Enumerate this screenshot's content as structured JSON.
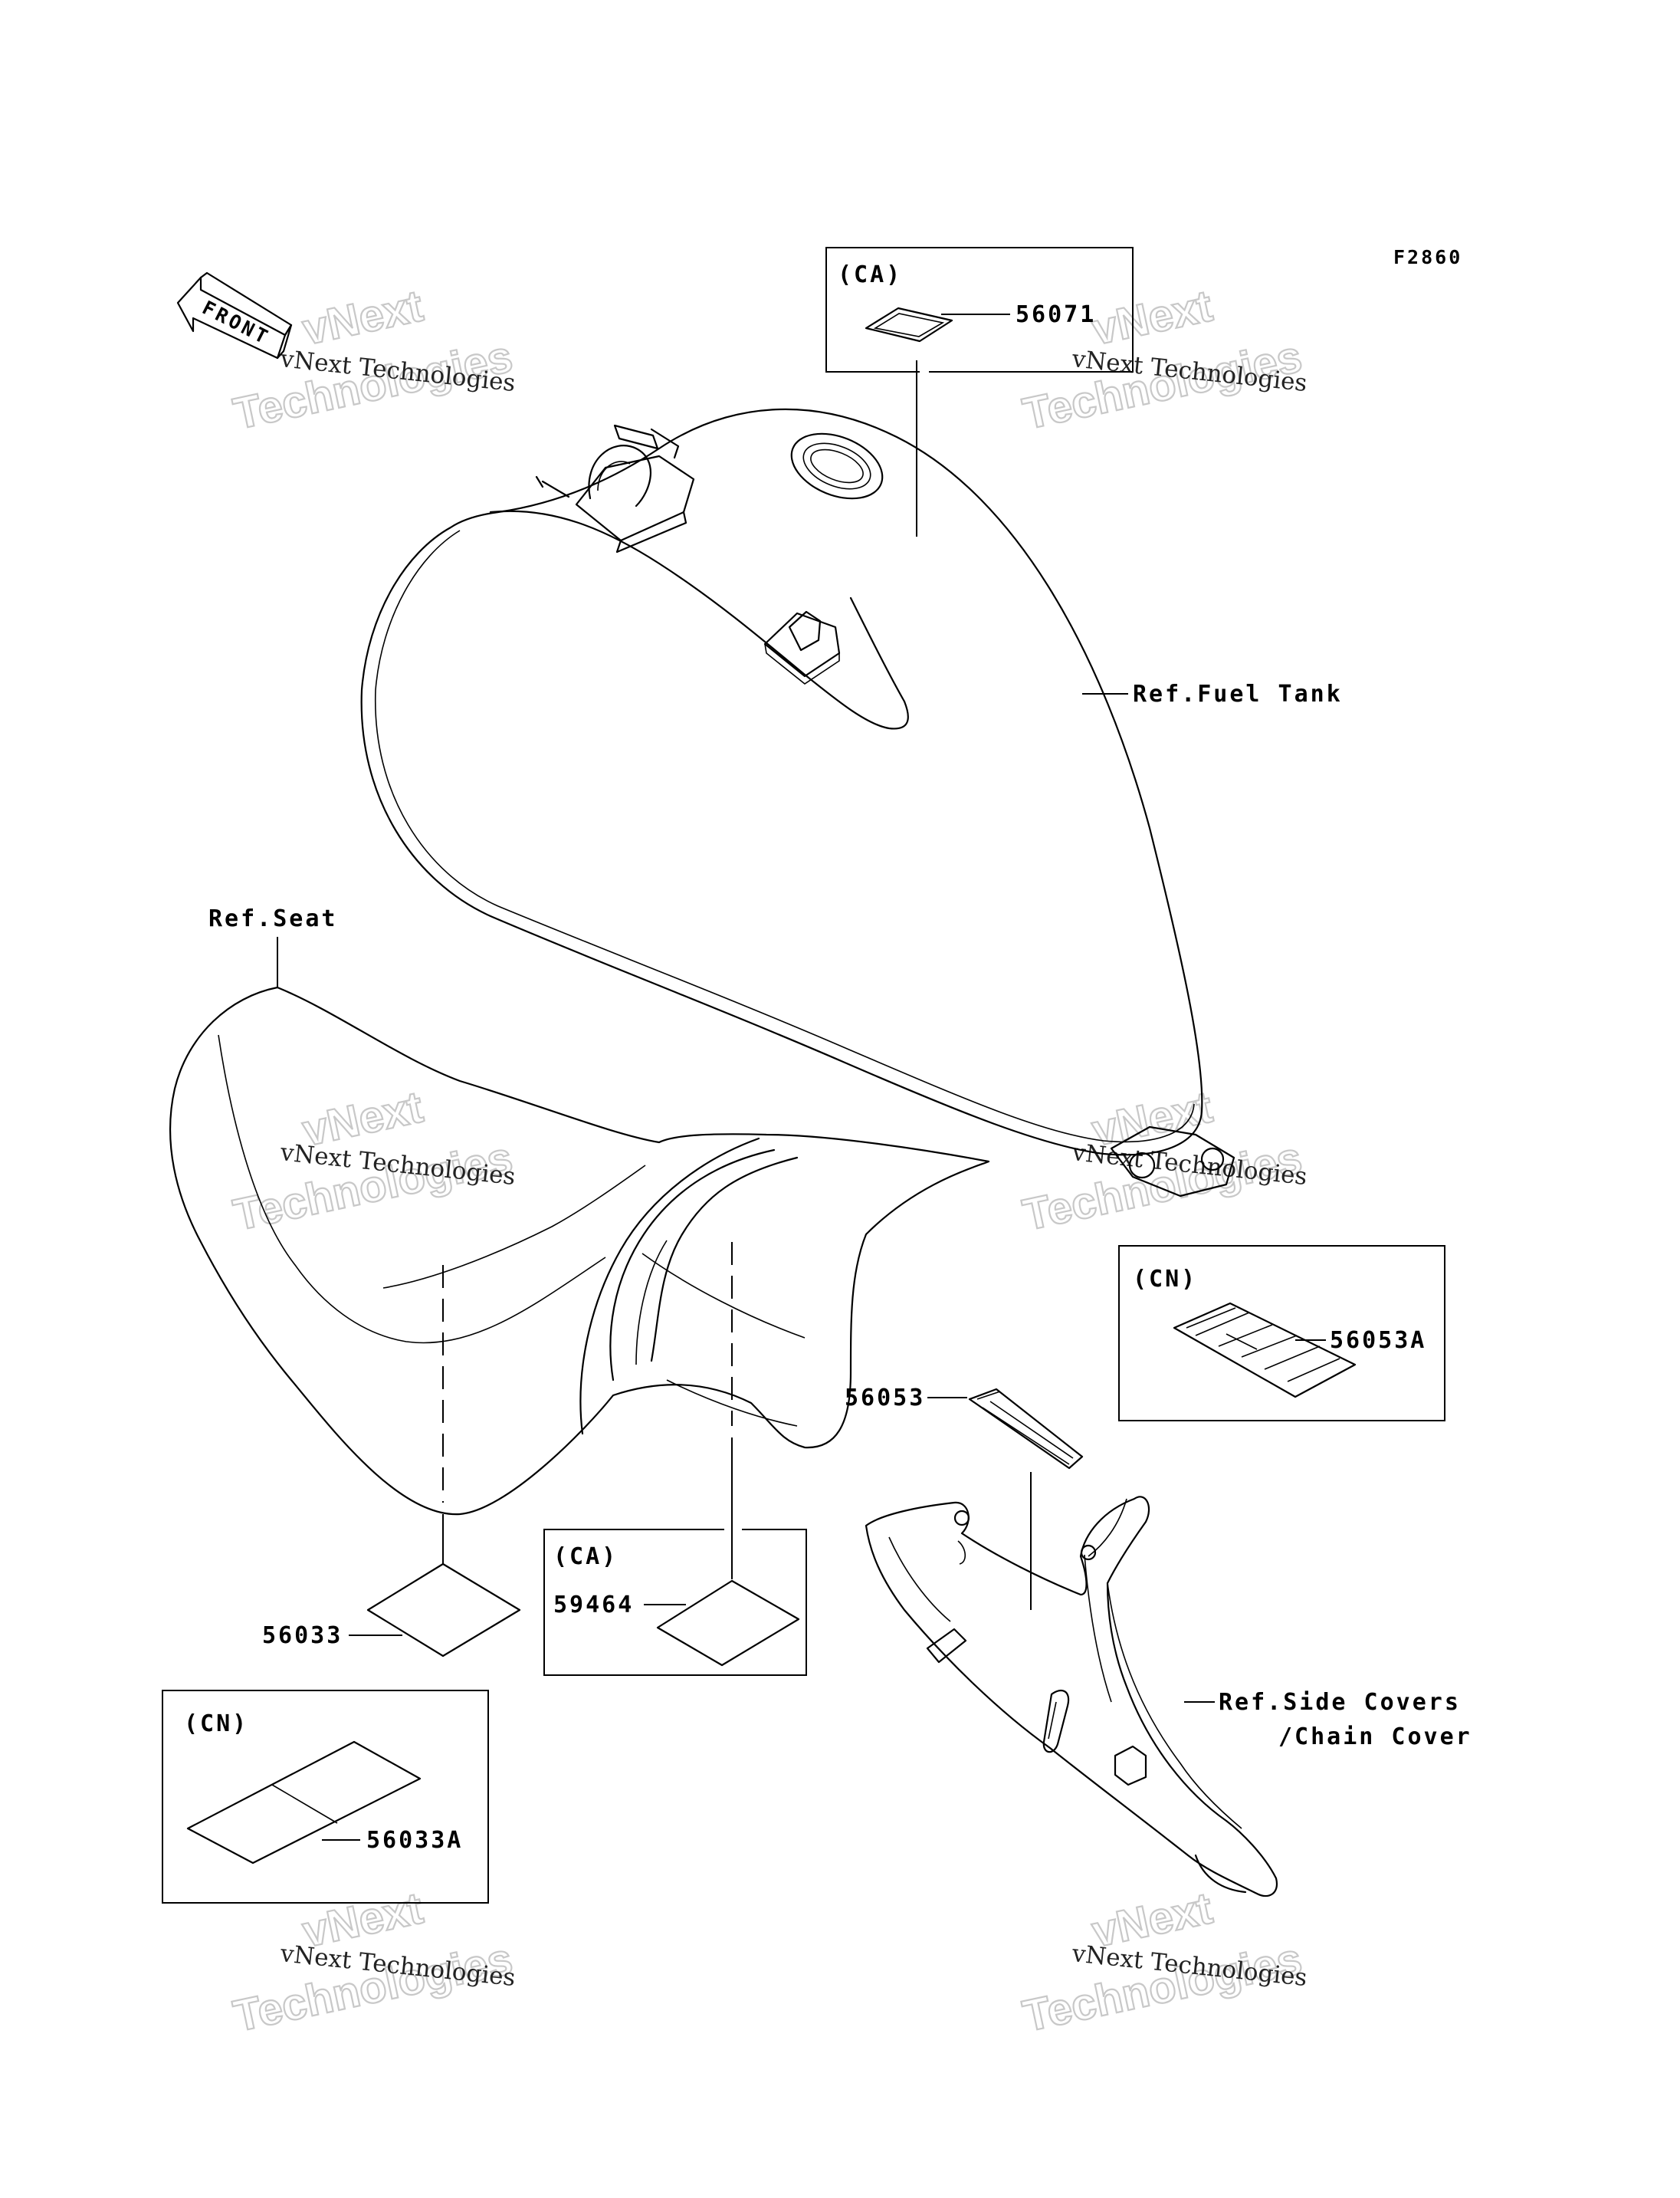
{
  "figure_code": "F2860",
  "front_arrow": {
    "label": "FRONT"
  },
  "watermark": {
    "line1": "vNext Technologies",
    "big_a": "vNext",
    "big_b": "Technologies"
  },
  "references": {
    "fuel_tank": "Ref.Fuel Tank",
    "seat": "Ref.Seat",
    "side_covers_line1": "Ref.Side Covers",
    "side_covers_line2": "/Chain Cover"
  },
  "boxes": {
    "ca_top": {
      "tag": "(CA)",
      "part": "56071"
    },
    "cn_right": {
      "tag": "(CN)",
      "part": "56053A"
    },
    "ca_mid": {
      "tag": "(CA)",
      "part": "59464"
    },
    "cn_left": {
      "tag": "(CN)",
      "part": "56033A"
    }
  },
  "parts": {
    "p56053": "56053",
    "p56033": "56033"
  }
}
